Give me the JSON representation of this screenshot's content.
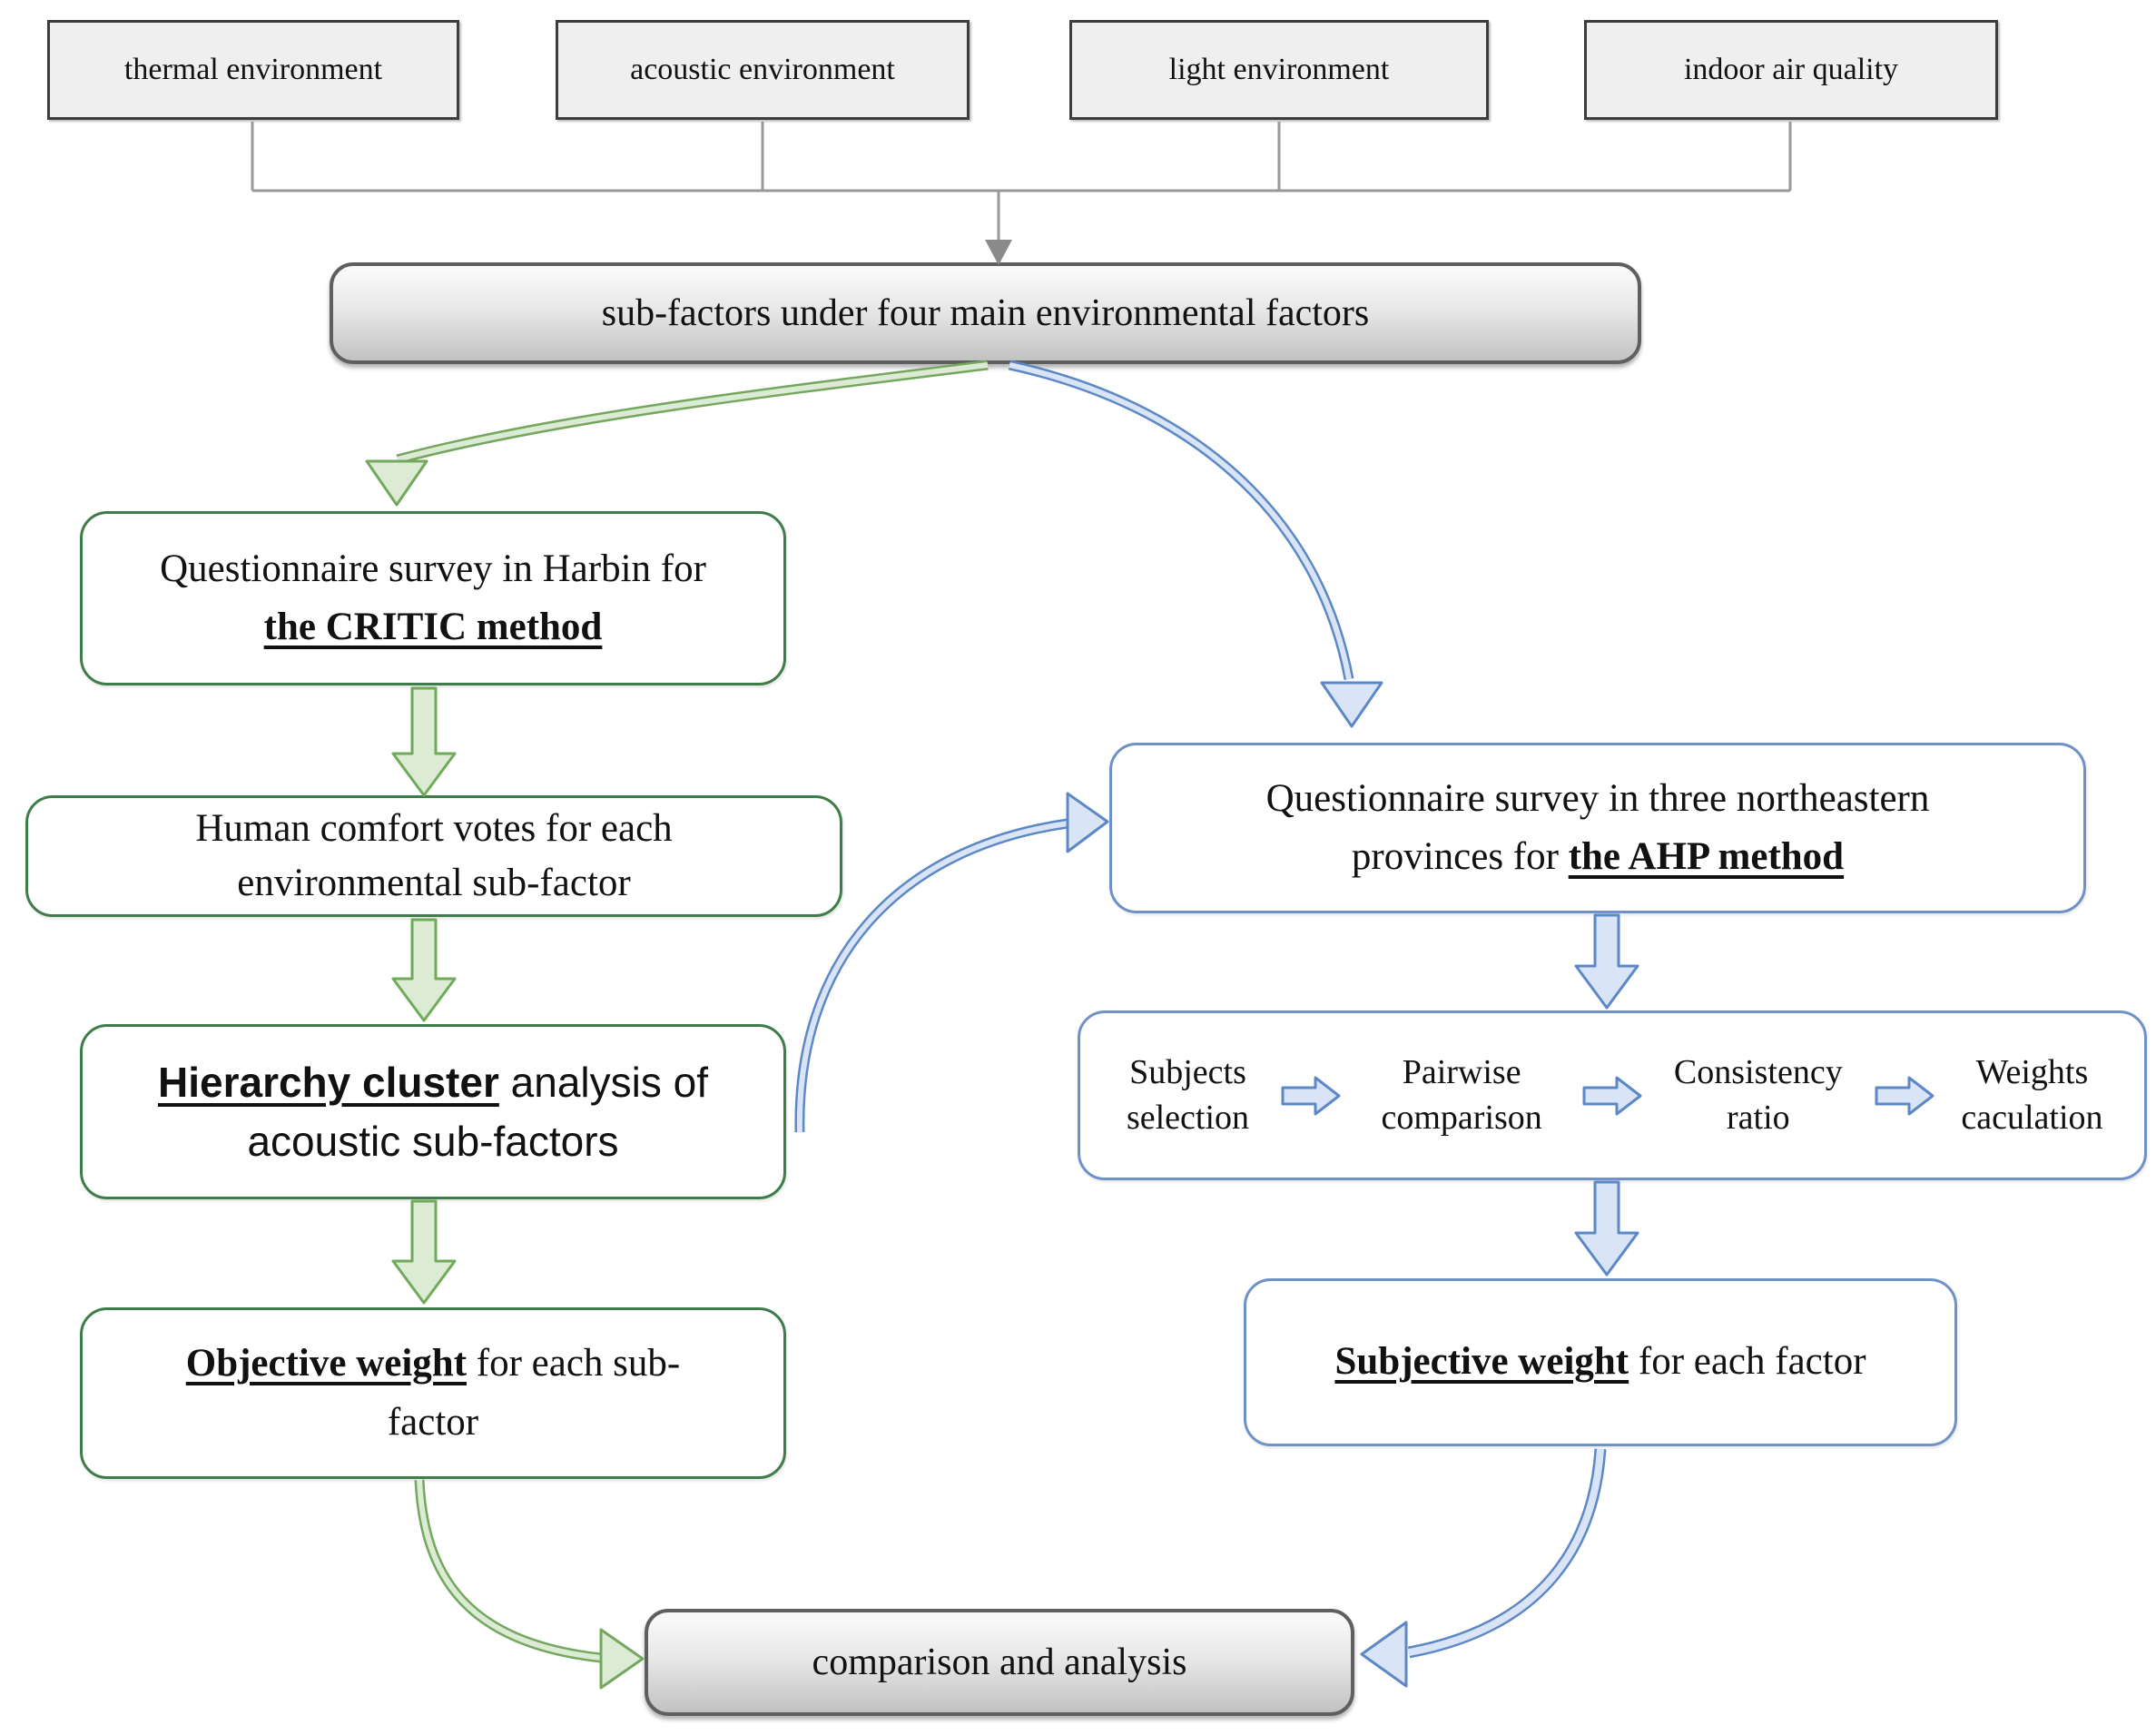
{
  "diagram": {
    "top_factors": [
      {
        "label": "thermal environment"
      },
      {
        "label": "acoustic environment"
      },
      {
        "label": "light environment"
      },
      {
        "label": "indoor air quality"
      }
    ],
    "subfactors": {
      "label": "sub-factors under four main environmental factors"
    },
    "left": {
      "survey_line1": "Questionnaire survey in Harbin for",
      "survey_emphasis": "the CRITIC method",
      "votes_line1": "Human comfort votes for each",
      "votes_line2": "environmental sub-factor",
      "cluster_emphasis": "Hierarchy cluster",
      "cluster_rest": " analysis of",
      "cluster_line2": "acoustic sub-factors",
      "objective_emphasis": "Objective weight",
      "objective_rest": " for each sub-",
      "objective_line2": "factor"
    },
    "right": {
      "survey_line1": "Questionnaire survey in three northeastern",
      "survey_line2_prefix": "provinces for ",
      "survey_emphasis": "the AHP method",
      "steps": [
        "Subjects selection",
        "Pairwise comparison",
        "Consistency ratio",
        "Weights caculation"
      ],
      "subjective_emphasis": "Subjective weight",
      "subjective_rest": " for each factor"
    },
    "comparison": {
      "label": "comparison and analysis"
    },
    "colors": {
      "green_border": "#3e7c49",
      "green_arrow_stroke": "#71aa5b",
      "green_arrow_fill": "#dcebd3",
      "blue_border": "#7090c8",
      "blue_arrow_stroke": "#5d88c6",
      "blue_arrow_fill": "#d9e4f6",
      "gray_box_border": "#5f5f5f",
      "connector_gray": "#999999"
    }
  }
}
